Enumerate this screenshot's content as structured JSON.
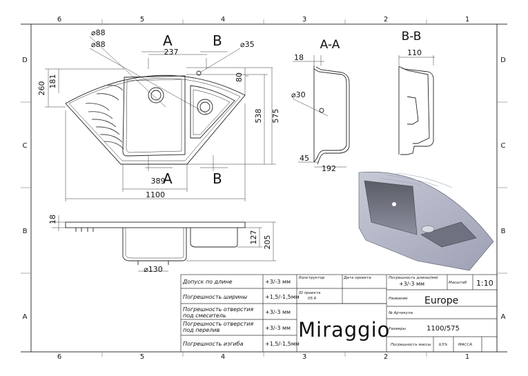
{
  "frame": {
    "columns": [
      "6",
      "5",
      "4",
      "3",
      "2",
      "1"
    ],
    "rows": [
      "D",
      "C",
      "B",
      "A"
    ]
  },
  "top_view": {
    "diam1": "⌀88",
    "diam2": "⌀88",
    "diam3": "⌀35",
    "sectionA": "A",
    "sectionB": "B",
    "d237": "237",
    "d80": "80",
    "d181": "181",
    "d260": "260",
    "d538": "538",
    "d575": "575",
    "d389": "389",
    "d1100": "1100"
  },
  "section_aa": {
    "title": "A-A",
    "d18": "18",
    "d30": "⌀30",
    "d45": "45",
    "d192": "192"
  },
  "section_bb": {
    "title": "B-B",
    "d110": "110"
  },
  "front_view": {
    "d18": "18",
    "d127": "127",
    "d205": "205",
    "d130": "⌀130"
  },
  "title_block": {
    "rows": [
      {
        "label": "Допуск по длине",
        "value": "+3/-3 мм"
      },
      {
        "label": "Погрешность ширины",
        "value": "+1,5/-1,5мм"
      },
      {
        "label": "Погрешность отверстия под смеситель",
        "label1": "Погрешность отверстия",
        "label2": "под смеситель",
        "value": "+3/-3 мм"
      },
      {
        "label": "Погрешность отверстия под перелив",
        "label1": "Погрешность отверстия",
        "label2": "под перелив",
        "value": "+3/-3 мм"
      },
      {
        "label": "Погрешность изгиба",
        "value": "+1,5/-1,5мм"
      }
    ],
    "constructor_label": "Конструктор",
    "date_label": "Дата проекта",
    "project_id_label": "ID проекта",
    "project_id_value": "05.6",
    "brand": "Miraggio",
    "length_error_label": "Погрешность длины(мм)",
    "length_error_value": "+3/-3 мм",
    "scale_label": "Масштаб",
    "scale_value": "1:10",
    "name_label": "Название",
    "name_value": "Europe",
    "article_label": "№ Артикула",
    "size_label": "Размеры",
    "size_value": "1100/575",
    "mass_error_label": "Погрешность массы",
    "mass_error_value": "±3%",
    "mass_label": "МАССА"
  }
}
